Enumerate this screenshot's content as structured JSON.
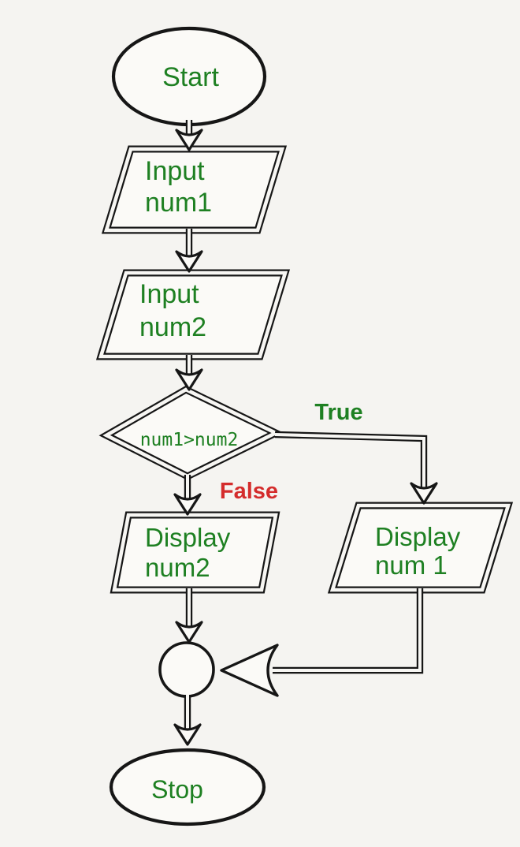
{
  "nodes": {
    "start": {
      "label": "Start",
      "type": "terminator"
    },
    "input_num1": {
      "line1": "Input",
      "line2": "num1",
      "type": "io"
    },
    "input_num2": {
      "line1": "Input",
      "line2": "num2",
      "type": "io"
    },
    "decision": {
      "label": "num1>num2",
      "type": "decision"
    },
    "display_num2": {
      "line1": "Display",
      "line2": "num2",
      "type": "io"
    },
    "display_num1": {
      "line1": "Display",
      "line2": "num 1",
      "type": "io"
    },
    "connector": {
      "type": "junction"
    },
    "stop": {
      "label": "Stop",
      "type": "terminator"
    }
  },
  "branches": {
    "true_label": "True",
    "false_label": "False"
  },
  "colors": {
    "label_green": "#1e8022",
    "false_red": "#d42c2c",
    "line_black": "#161616",
    "background": "#f5f4f1",
    "shape_fill": "#fbfaf7"
  }
}
